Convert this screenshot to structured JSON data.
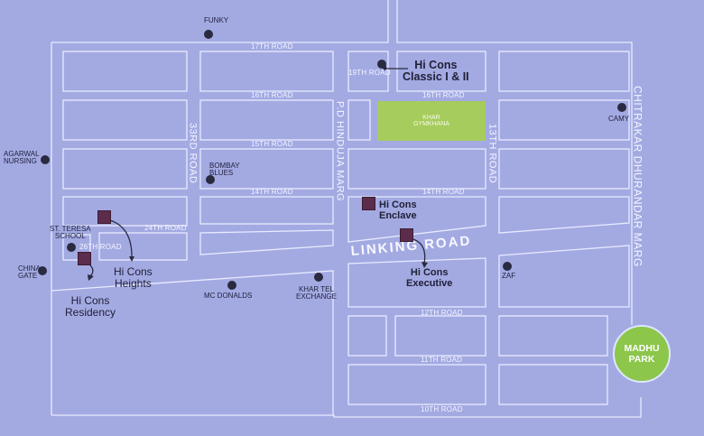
{
  "roads": {
    "r17": "17TH ROAD",
    "r19": "19TH ROAD",
    "r16": "16TH ROAD",
    "r15": "15TH ROAD",
    "r14": "14TH ROAD",
    "r14b": "14TH ROAD",
    "r24": "24TH ROAD",
    "r26": "26TH ROAD",
    "r12": "12TH ROAD",
    "r11": "11TH ROAD",
    "r10": "10TH ROAD",
    "r33": "33RD ROAD",
    "r13": "13TH ROAD",
    "pd_hinduja": "P.D HINDUJA MARG",
    "chitrakar": "CHITRAKAR DHURANDAR MARG",
    "linking": "LINKING ROAD"
  },
  "places": {
    "funky": "FUNKY",
    "agarwal_1": "AGARWAL",
    "agarwal_2": "NURSING",
    "bombay_1": "BOMBAY",
    "bombay_2": "BLUES",
    "teresa_1": "ST. TERESA",
    "teresa_2": "SCHOOL",
    "china_1": "CHINA",
    "china_2": "GATE",
    "mcdonalds": "MC DONALDS",
    "khar_tel_1": "KHAR TEL",
    "khar_tel_2": "EXCHANGE",
    "camy": "CAMY",
    "zaf": "ZAF",
    "gym_1": "KHAR",
    "gym_2": "GYMKHANA",
    "park_1": "MADHU",
    "park_2": "PARK"
  },
  "projects": {
    "classic_1": "Hi Cons",
    "classic_2": "Classic I & II",
    "enclave_1": "Hi Cons",
    "enclave_2": "Enclave",
    "executive_1": "Hi Cons",
    "executive_2": "Executive",
    "heights_1": "Hi Cons",
    "heights_2": "Heights",
    "residency_1": "Hi Cons",
    "residency_2": "Residency"
  },
  "colors": {
    "background": "#a3aae2",
    "road_line": "#e8ebff",
    "park": "#8cc64a",
    "gymkhana": "#a5cc5c",
    "project_marker": "#5c2c4c"
  }
}
